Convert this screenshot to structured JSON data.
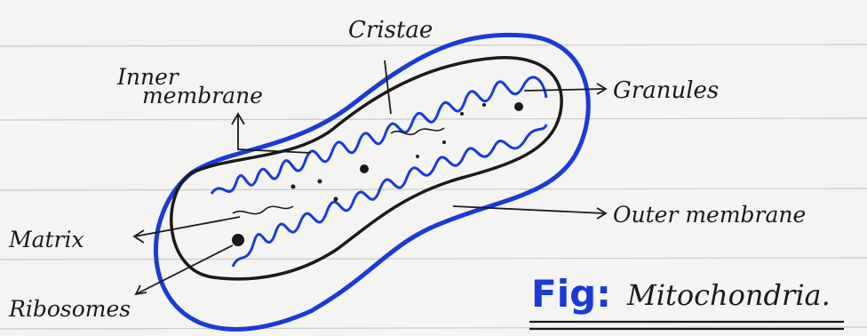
{
  "diagram": {
    "labels": {
      "cristae": "Cristae",
      "inner_membrane_line1": "Inner",
      "inner_membrane_line2": "membrane",
      "granules": "Granules",
      "outer_membrane": "Outer membrane",
      "matrix": "Matrix",
      "ribosomes": "Ribosomes"
    },
    "caption": {
      "prefix": "Fig:",
      "title": "Mitochondria."
    },
    "colors": {
      "paper": "#f4f4f2",
      "rule_line": "#c9c9c9",
      "ink_black": "#1a1a1a",
      "ink_blue": "#1a3bd6"
    }
  }
}
